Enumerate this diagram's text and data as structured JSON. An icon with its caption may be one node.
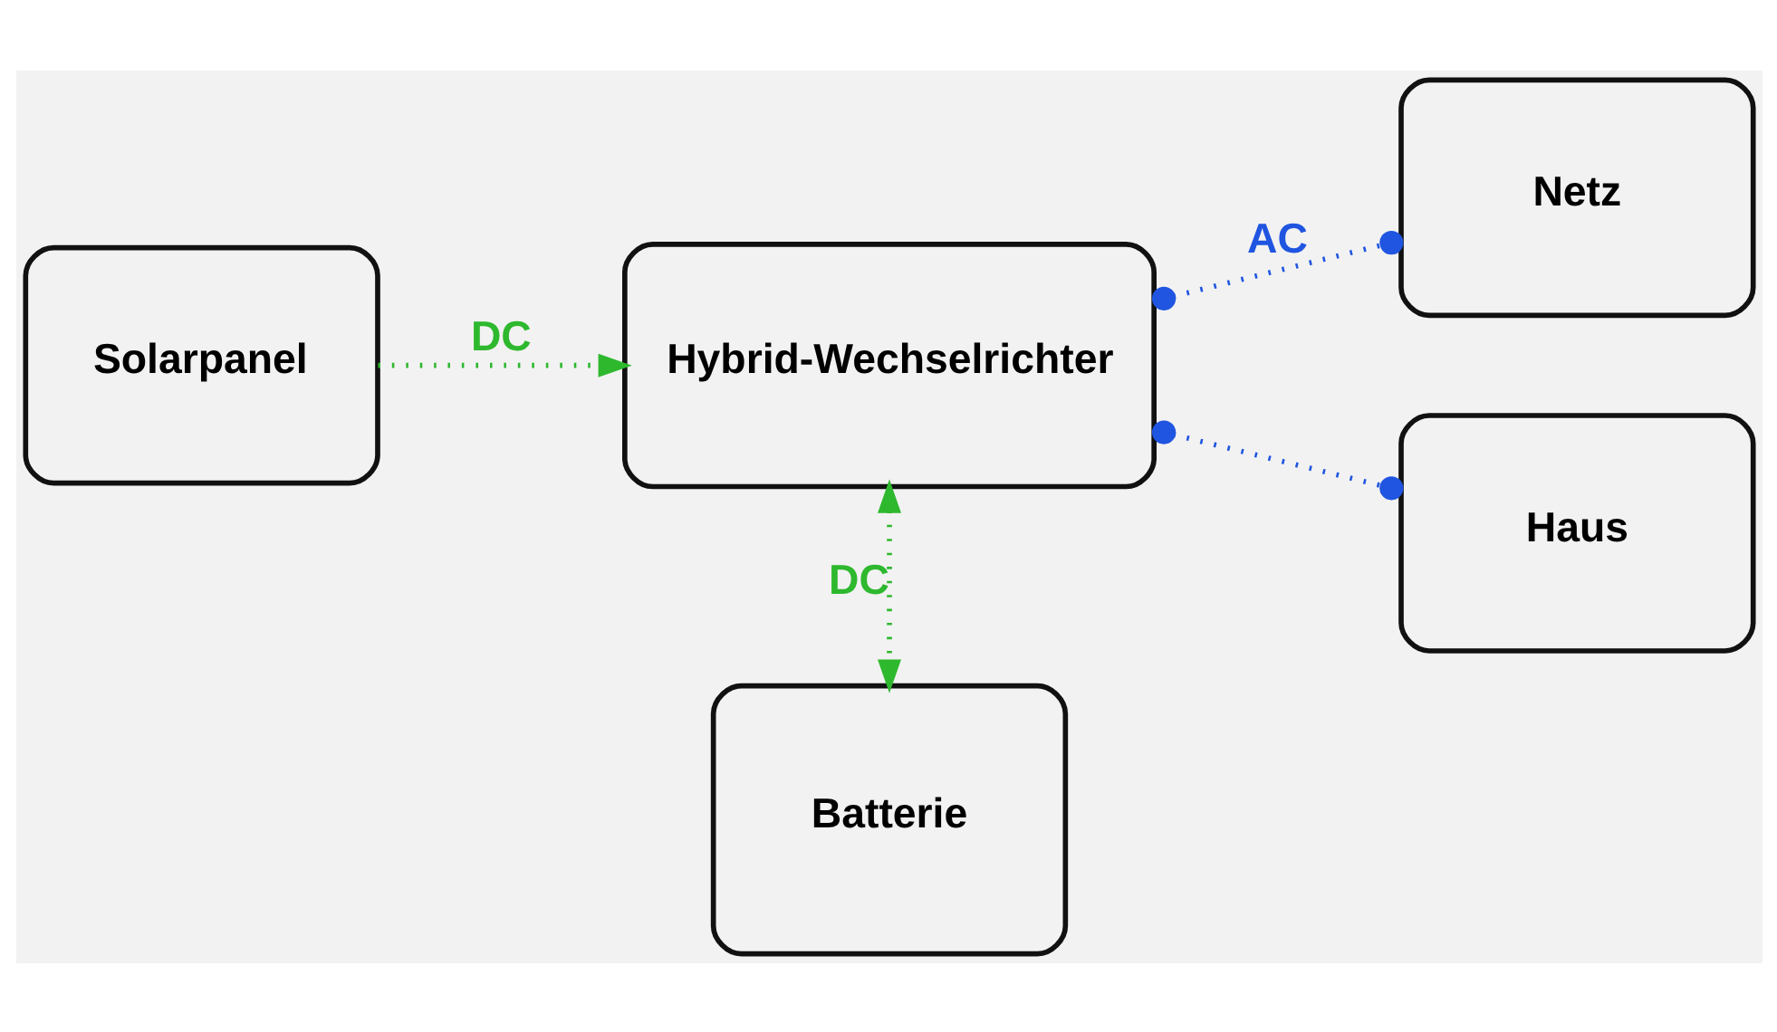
{
  "diagram": {
    "nodes": [
      {
        "text": [
          "Solarpanel"
        ]
      },
      {
        "text": [
          "Hybrid-Wechselrichter"
        ]
      },
      {
        "text": [
          "Netz"
        ]
      },
      {
        "text": [
          "Haus"
        ]
      },
      {
        "text": [
          "Batterie"
        ]
      }
    ],
    "edges": [
      {
        "from": 0,
        "to": 1,
        "arrow": "to",
        "label": "DC",
        "color": "#2eb82e"
      },
      {
        "from": 1,
        "to": 2,
        "arrow": "other",
        "label": "AC",
        "color": "#1f55e0"
      },
      {
        "from": 1,
        "to": 3,
        "arrow": "other",
        "color": "#1f55e0"
      },
      {
        "from": 1,
        "to": 4,
        "arrow": "both",
        "label": "DC",
        "color": "#2eb82e"
      }
    ]
  }
}
